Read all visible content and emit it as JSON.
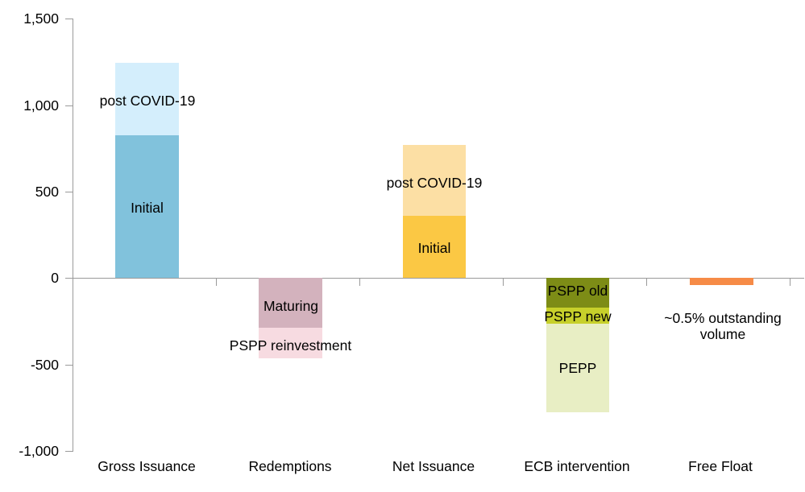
{
  "chart_data": {
    "type": "bar",
    "subtype": "stacked-waterfall",
    "title": "",
    "xlabel": "",
    "ylabel": "",
    "ylim": [
      -1000,
      1500
    ],
    "ytick_values": [
      1500,
      1000,
      500,
      0,
      -500,
      -1000
    ],
    "ytick_labels": [
      "1,500",
      "1,000",
      "500",
      "0",
      "-500",
      "-1,000"
    ],
    "grid": false,
    "legend": "none (in-bar labels)",
    "categories": [
      "Gross Issuance",
      "Redemptions",
      "Net Issuance",
      "ECB intervention",
      "Free Float"
    ],
    "bars": [
      {
        "category": "Gross Issuance",
        "total": 1250,
        "segments": [
          {
            "label": "Initial",
            "value": 830,
            "from": 0,
            "to": 830,
            "color": "#81c2dc",
            "label_inside": true
          },
          {
            "label": "post COVID-19",
            "value": 420,
            "from": 830,
            "to": 1250,
            "color": "#d4eefc",
            "label_inside": true
          }
        ]
      },
      {
        "category": "Redemptions",
        "total": -470,
        "segments": [
          {
            "label": "Maturing",
            "value": -290,
            "from": 0,
            "to": -290,
            "color": "#d3b2bd",
            "label_inside": true
          },
          {
            "label": "PSPP reinvestment",
            "value": -180,
            "from": -290,
            "to": -470,
            "color": "#f7dbe1",
            "label_inside": true
          }
        ]
      },
      {
        "category": "Net Issuance",
        "total": 770,
        "segments": [
          {
            "label": "Initial",
            "value": 355,
            "from": 0,
            "to": 355,
            "color": "#fbc844",
            "label_inside": true
          },
          {
            "label": "post COVID-19",
            "value": 415,
            "from": 355,
            "to": 770,
            "color": "#fcdfa4",
            "label_inside": true
          }
        ]
      },
      {
        "category": "ECB intervention",
        "total": -790,
        "segments": [
          {
            "label": "PSPP old",
            "value": -175,
            "from": 0,
            "to": -175,
            "color": "#7d8c16",
            "label_inside": true
          },
          {
            "label": "PSPP new",
            "value": -90,
            "from": -175,
            "to": -265,
            "color": "#c7d02b",
            "label_inside": true
          },
          {
            "label": "PEPP",
            "value": -525,
            "from": -265,
            "to": -790,
            "color": "#e8eec4",
            "label_inside": true
          }
        ]
      },
      {
        "category": "Free Float",
        "total": -40,
        "segments": [
          {
            "label": "",
            "value": -40,
            "from": 0,
            "to": -40,
            "color": "#f68b47",
            "label_inside": false
          }
        ],
        "annotation": "~0.5% outstanding volume"
      }
    ]
  },
  "axis": {
    "ytick_1500": "1,500",
    "ytick_1000": "1,000",
    "ytick_500": "500",
    "ytick_0": "0",
    "ytick_neg500": "-500",
    "ytick_neg1000": "-1,000"
  },
  "categories": {
    "c0": "Gross Issuance",
    "c1": "Redemptions",
    "c2": "Net Issuance",
    "c3": "ECB intervention",
    "c4": "Free Float"
  },
  "labels": {
    "gross_initial": "Initial",
    "gross_post_covid": "post COVID-19",
    "red_maturing": "Maturing",
    "red_pspp_reinvestment": "PSPP reinvestment",
    "net_initial": "Initial",
    "net_post_covid": "post COVID-19",
    "ecb_pspp_old": "PSPP old",
    "ecb_pspp_new": "PSPP new",
    "ecb_pepp": "PEPP",
    "free_float_note": "~0.5% outstanding volume"
  },
  "colors": {
    "gross_initial": "#81c2dc",
    "gross_post_covid": "#d4eefc",
    "red_maturing": "#d3b2bd",
    "red_reinvestment": "#f7dbe1",
    "net_initial": "#fbc844",
    "net_post_covid": "#fcdfa4",
    "ecb_pspp_old": "#7d8c16",
    "ecb_pspp_new": "#c7d02b",
    "ecb_pepp": "#e8eec4",
    "free_float": "#f68b47",
    "axis": "#9a9a9a"
  }
}
